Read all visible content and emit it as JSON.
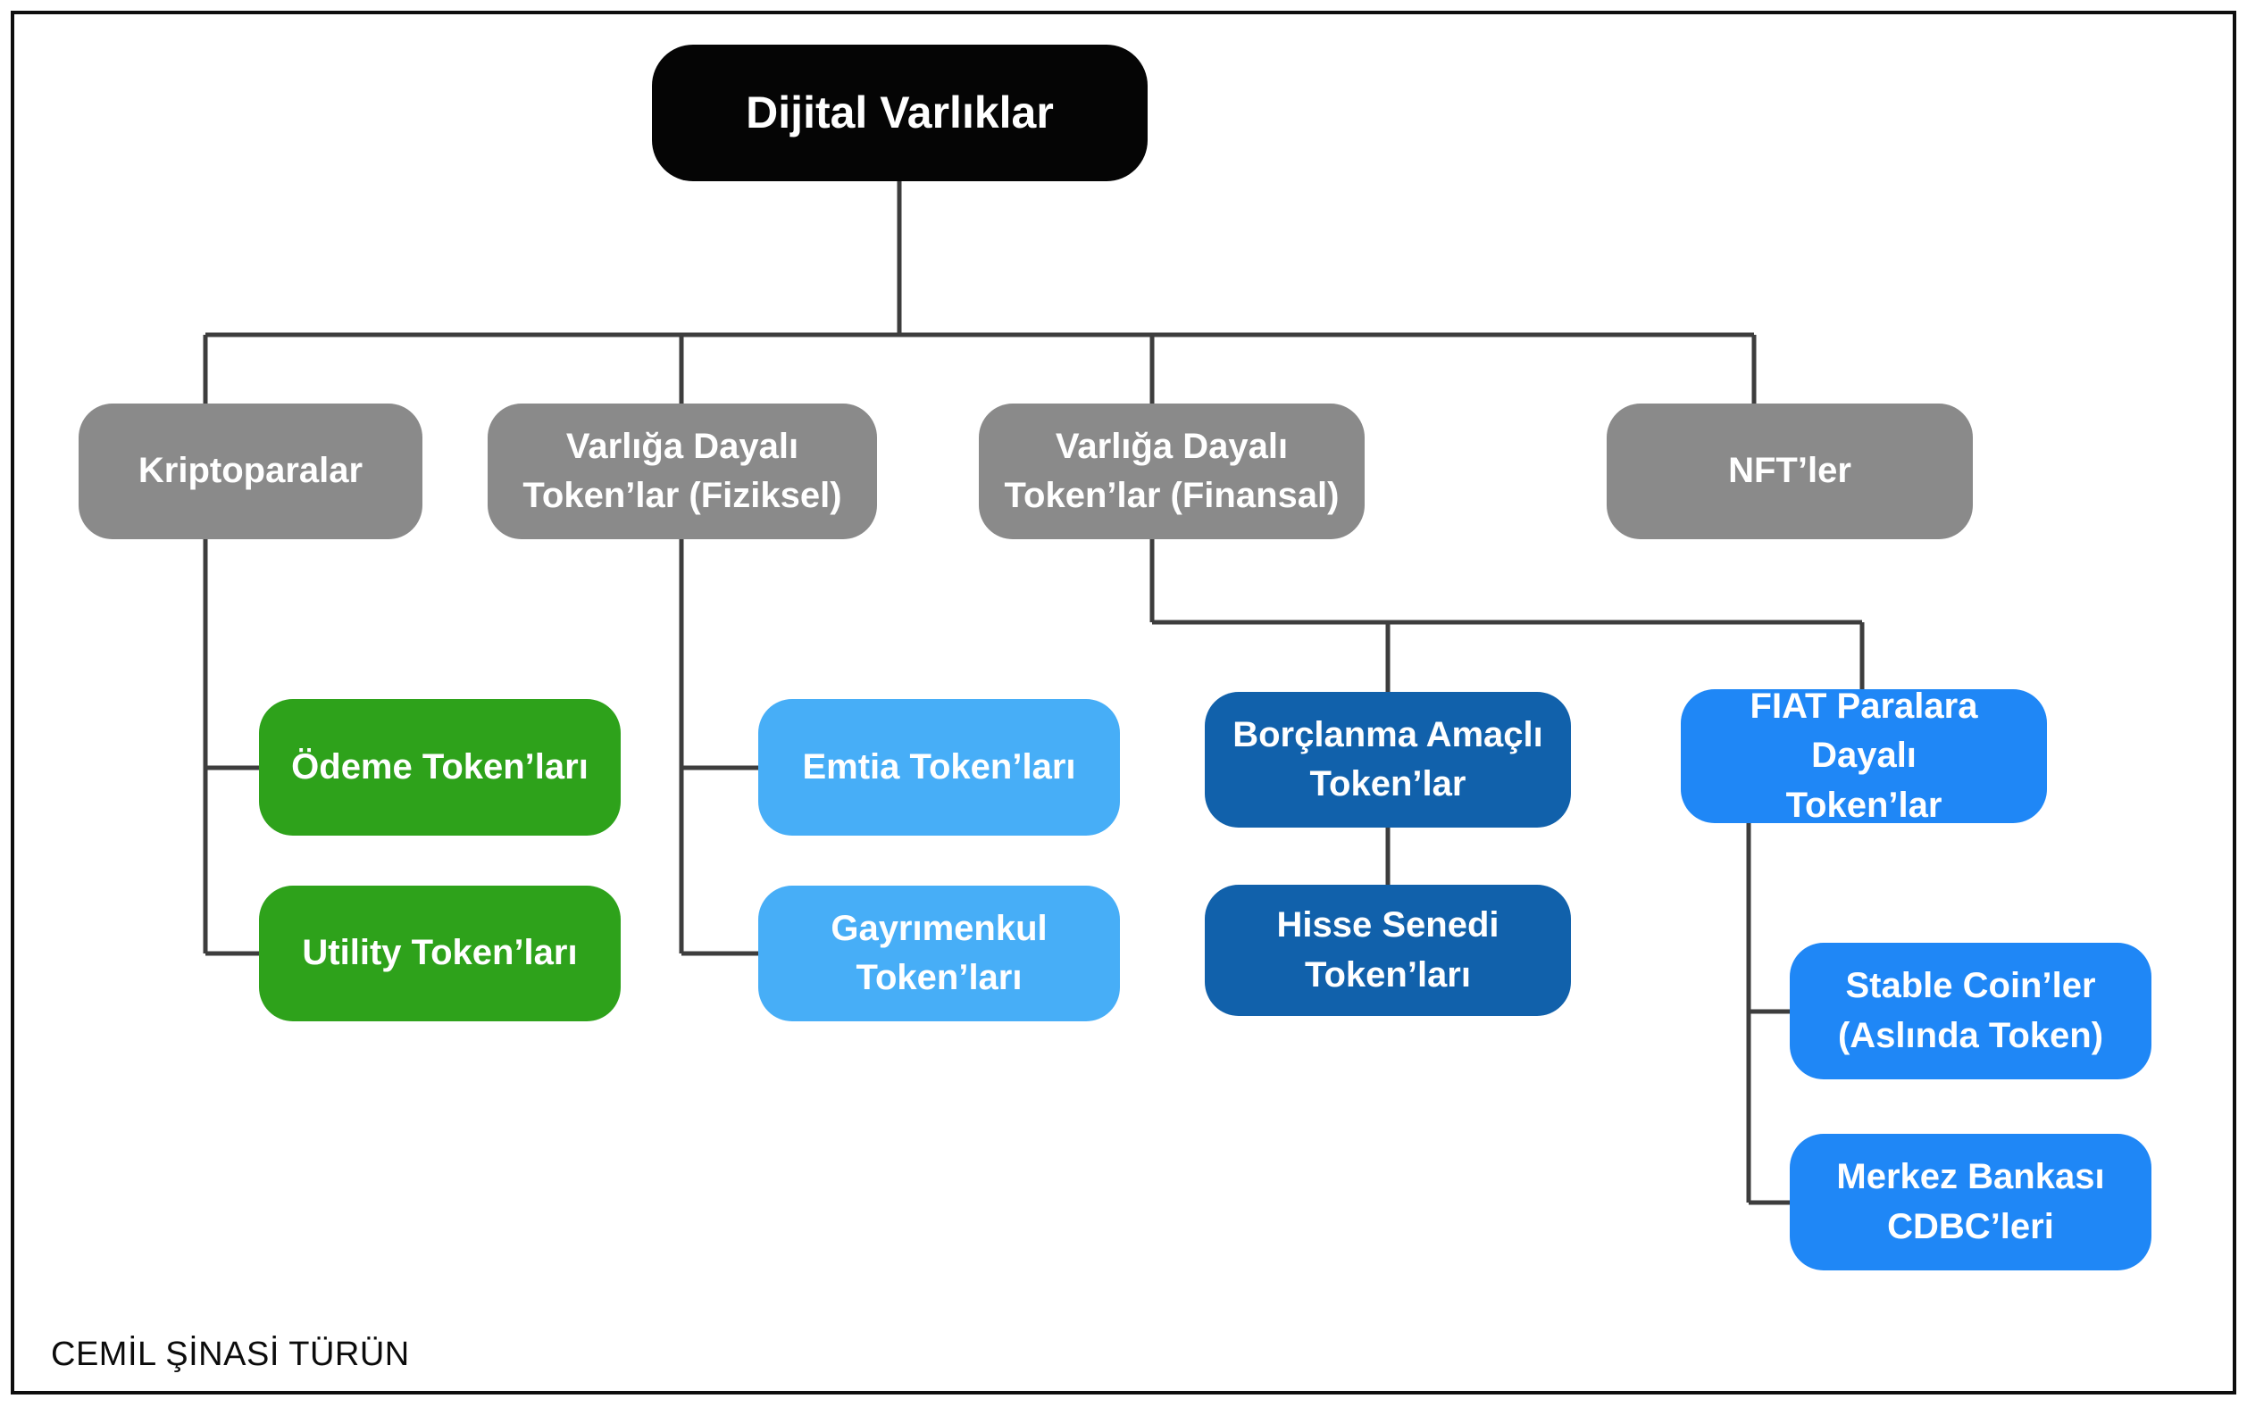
{
  "meta": {
    "credit": "CEMİL ŞİNASİ TÜRÜN"
  },
  "palette": {
    "background": "#ffffff",
    "frame_border": "#0e0e0e",
    "connector": "#3d3d3d",
    "root_fill": "#050505",
    "category_fill": "#8a8a8a",
    "crypto_fill": "#2ea21b",
    "physical_fill": "#47aef7",
    "financial_fill": "#1161ab",
    "fiat_fill": "#1f87f6",
    "label_text": "#ffffff"
  },
  "nodes": {
    "root": {
      "label": "Dijital Varlıklar",
      "fill": "#050505"
    },
    "kripto": {
      "label": "Kriptoparalar",
      "fill": "#8a8a8a"
    },
    "fiziksel": {
      "label": "Varlığa Dayalı\nToken’lar (Fiziksel)",
      "fill": "#8a8a8a"
    },
    "finansal": {
      "label": "Varlığa Dayalı\nToken’lar (Finansal)",
      "fill": "#8a8a8a"
    },
    "nft": {
      "label": "NFT’ler",
      "fill": "#8a8a8a"
    },
    "odeme": {
      "label": "Ödeme Token’ları",
      "fill": "#2ea21b"
    },
    "utility": {
      "label": "Utility Token’ları",
      "fill": "#2ea21b"
    },
    "emtia": {
      "label": "Emtia Token’ları",
      "fill": "#47aef7"
    },
    "gayrimenkul": {
      "label": "Gayrımenkul\nToken’ları",
      "fill": "#47aef7"
    },
    "borclanma": {
      "label": "Borçlanma Amaçlı\nToken’lar",
      "fill": "#1161ab"
    },
    "hisse": {
      "label": "Hisse Senedi\nToken’ları",
      "fill": "#1161ab"
    },
    "fiat": {
      "label": "FIAT Paralara Dayalı\nToken’lar",
      "fill": "#1f87f6"
    },
    "stable": {
      "label": "Stable Coin’ler\n(Aslında Token)",
      "fill": "#1f87f6"
    },
    "merkez": {
      "label": "Merkez Bankası\nCDBC’leri",
      "fill": "#1f87f6"
    }
  },
  "edges": [
    [
      "root",
      "kripto"
    ],
    [
      "root",
      "fiziksel"
    ],
    [
      "root",
      "finansal"
    ],
    [
      "root",
      "nft"
    ],
    [
      "kripto",
      "odeme"
    ],
    [
      "kripto",
      "utility"
    ],
    [
      "fiziksel",
      "emtia"
    ],
    [
      "fiziksel",
      "gayrimenkul"
    ],
    [
      "finansal",
      "borclanma"
    ],
    [
      "finansal",
      "fiat"
    ],
    [
      "borclanma",
      "hisse"
    ],
    [
      "fiat",
      "stable"
    ],
    [
      "fiat",
      "merkez"
    ]
  ]
}
